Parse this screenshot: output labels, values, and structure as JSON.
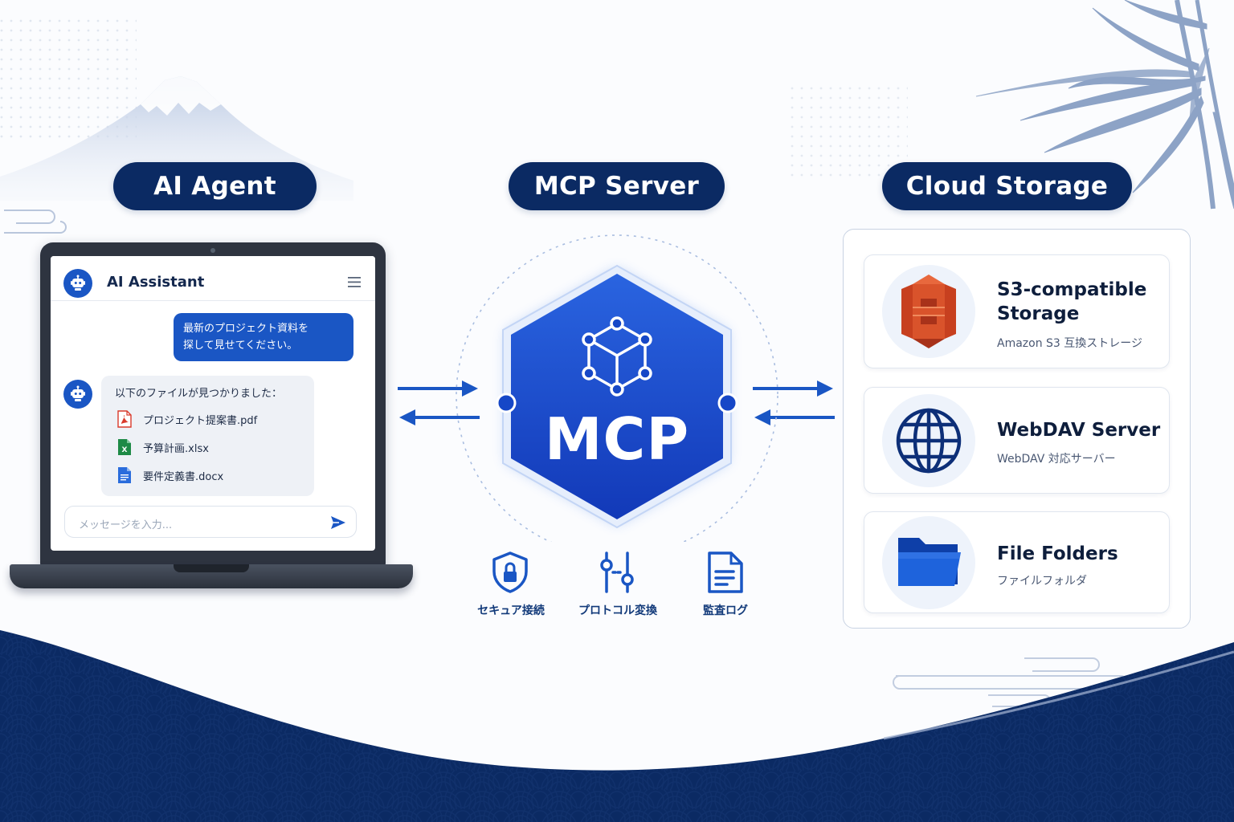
{
  "headers": {
    "agent": "AI Agent",
    "server": "MCP Server",
    "storage": "Cloud Storage"
  },
  "chat": {
    "title": "AI Assistant",
    "user_message_lines": [
      "最新のプロジェクト資料を",
      "探して見せてください。"
    ],
    "bot_message": "以下のファイルが見つかりました：",
    "files": [
      {
        "name": "プロジェクト提案書.pdf",
        "icon": "pdf-file-icon"
      },
      {
        "name": "予算計画.xlsx",
        "icon": "excel-file-icon"
      },
      {
        "name": "要件定義書.docx",
        "icon": "word-file-icon"
      }
    ],
    "input_placeholder": "メッセージを入力..."
  },
  "mcp": {
    "label": "MCP",
    "features": [
      {
        "label": "セキュア接続",
        "icon": "shield-lock-icon"
      },
      {
        "label": "プロトコル変換",
        "icon": "sliders-icon"
      },
      {
        "label": "監査ログ",
        "icon": "document-icon"
      }
    ]
  },
  "storage_items": [
    {
      "title_lines": [
        "S3-compatible",
        "Storage"
      ],
      "subtitle": "Amazon S3 互換ストレージ",
      "icon": "s3-bucket-icon"
    },
    {
      "title_lines": [
        "WebDAV Server"
      ],
      "subtitle": "WebDAV 対応サーバー",
      "icon": "globe-icon"
    },
    {
      "title_lines": [
        "File Folders"
      ],
      "subtitle": "ファイルフォルダ",
      "icon": "folder-icon"
    }
  ],
  "colors": {
    "navy": "#0b2a63",
    "brand_blue": "#1a56c4",
    "mcp_blue": "#1647c7",
    "s3_orange": "#d9532b"
  }
}
